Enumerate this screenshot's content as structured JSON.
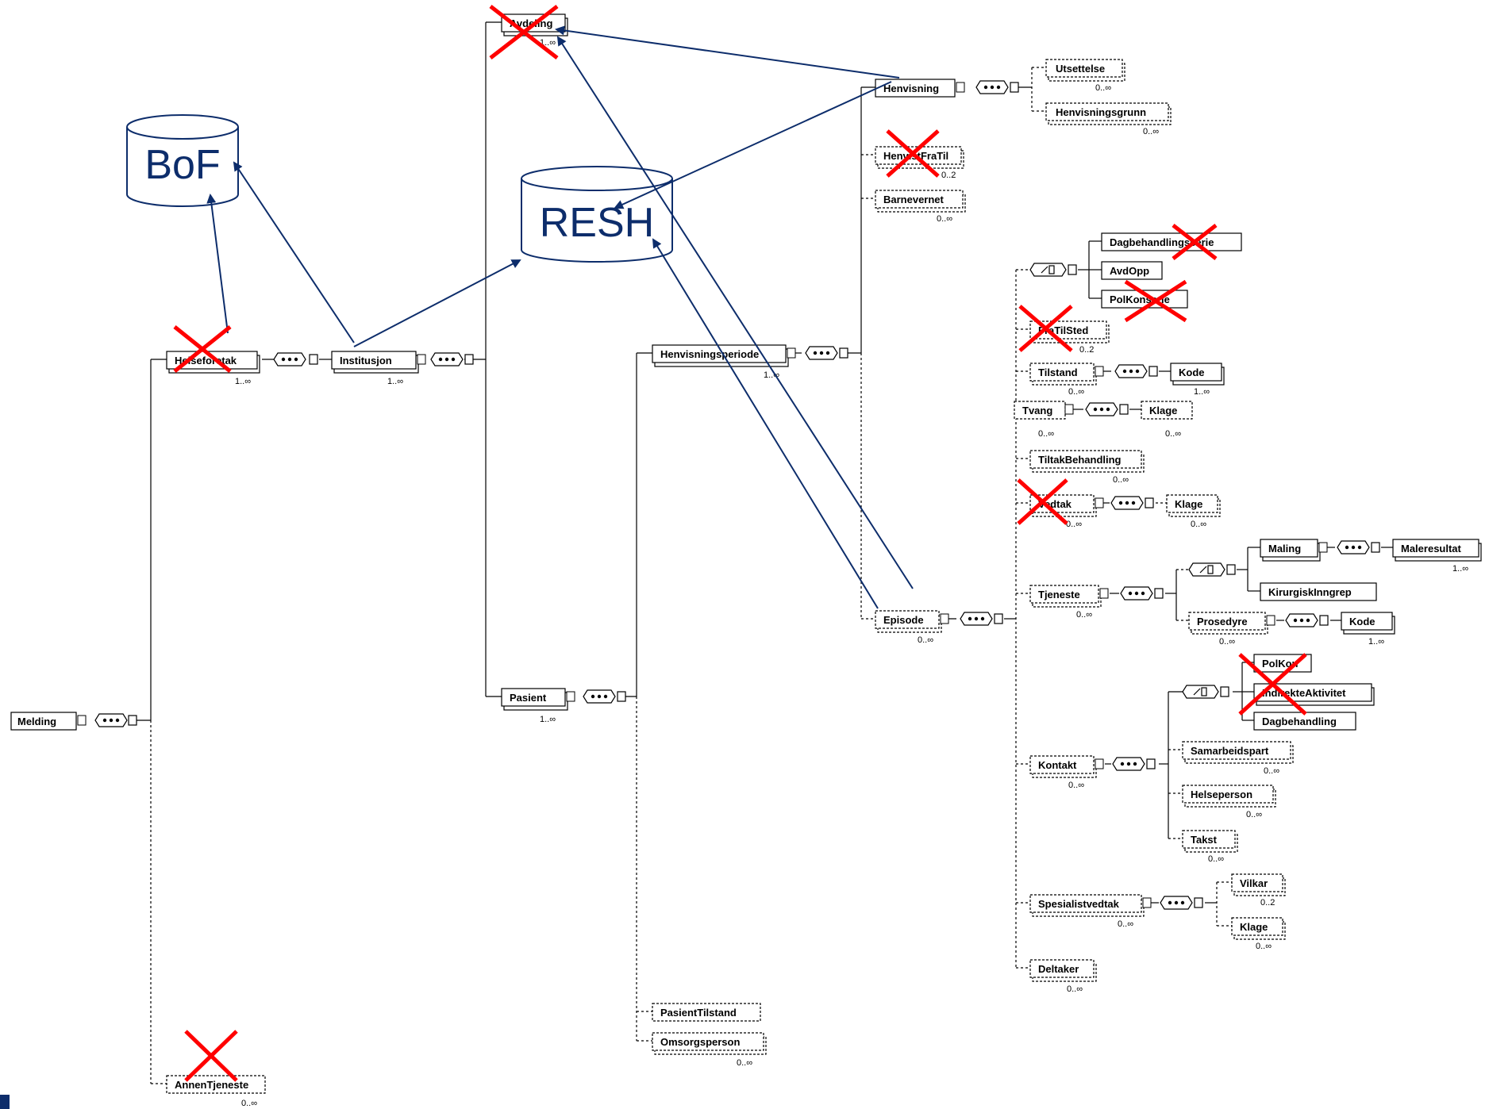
{
  "databases": {
    "bof": "BoF",
    "resh": "RESH"
  },
  "elements": {
    "melding": "Melding",
    "helseforetak": "Helseforetak",
    "annen_tjeneste": "AnnenTjeneste",
    "institusjon": "Institusjon",
    "avdeling": "Avdeling",
    "pasient": "Pasient",
    "henvisningsperiode": "Henvisningsperiode",
    "pasient_tilstand": "PasientTilstand",
    "omsorgsperson": "Omsorgsperson",
    "henvisning": "Henvisning",
    "henvist_fra_til": "HenvistFraTil",
    "barnevernet": "Barnevernet",
    "episode": "Episode",
    "utsettelse": "Utsettelse",
    "henvisningsgrunn": "Henvisningsgrunn",
    "dagbehandlingsserie": "Dagbehandlingsserie",
    "avd_opp": "AvdOpp",
    "pol_konserie": "PolKonserie",
    "fra_til_sted": "FraTilSted",
    "tilstand": "Tilstand",
    "tilstand_kode": "Kode",
    "tvang": "Tvang",
    "tvang_klage": "Klage",
    "tiltak_behandling": "TiltakBehandling",
    "vedtak": "Vedtak",
    "vedtak_klage": "Klage",
    "tjeneste": "Tjeneste",
    "maling": "Maling",
    "maleresultat": "Maleresultat",
    "kirurgisk_inngrep": "KirurgiskInngrep",
    "prosedyre": "Prosedyre",
    "prosedyre_kode": "Kode",
    "kontakt": "Kontakt",
    "polkon": "PolKon",
    "indirekte_aktivitet": "IndirekteAktivitet",
    "dagbehandling": "Dagbehandling",
    "samarbeidspart": "Samarbeidspart",
    "helseperson": "Helseperson",
    "takst": "Takst",
    "spesialistvedtak": "Spesialistvedtak",
    "vilkar": "Vilkar",
    "spes_klage": "Klage",
    "deltaker": "Deltaker"
  },
  "cardinalities": {
    "helseforetak": "1..∞",
    "annen_tjeneste": "0..∞",
    "institusjon": "1..∞",
    "avdeling": "1..∞",
    "pasient": "1..∞",
    "henvisningsperiode": "1..∞",
    "omsorgsperson": "0..∞",
    "utsettelse": "0..∞",
    "henvisningsgrunn": "0..∞",
    "henvist_fra_til": "0..2",
    "barnevernet": "0..∞",
    "episode": "0..∞",
    "fra_til_sted": "0..2",
    "tilstand": "0..∞",
    "tilstand_kode": "1..∞",
    "tvang": "0..∞",
    "tvang_klage": "0..∞",
    "tiltak_behandling": "0..∞",
    "vedtak": "0..∞",
    "vedtak_klage": "0..∞",
    "tjeneste": "0..∞",
    "maleresultat": "1..∞",
    "prosedyre": "0..∞",
    "prosedyre_kode": "1..∞",
    "kontakt": "0..∞",
    "samarbeidspart": "0..∞",
    "helseperson": "0..∞",
    "takst": "0..∞",
    "spesialistvedtak": "0..∞",
    "vilkar": "0..2",
    "spes_klage": "0..∞",
    "deltaker": "0..∞"
  },
  "colors": {
    "arrow": "#0d2d6b",
    "cross": "#ff0000",
    "box_border": "#000000",
    "dashed_border": "#333333"
  }
}
